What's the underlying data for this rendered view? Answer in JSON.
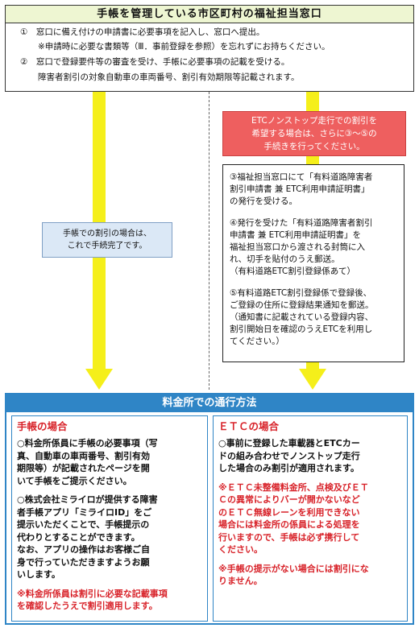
{
  "top": {
    "title": "手帳を管理している市区町村の福祉担当窓口",
    "line1": "①　窓口に備え付けの申請書に必要事項を記入し、窓口へ提出。",
    "line2": "※申請時に必要な書類等（Ⅲ．事前登録を参照）を忘れずにお持ちください。",
    "line3": "②　窓口で登録要件等の審査を受け、手帳に必要事項の記載を受ける。",
    "line4": "障害者割引の対象自動車の車両番号、割引有効期限等記載されます。"
  },
  "left_note": {
    "line1": "手帳での割引の場合は、",
    "line2": "これで手続完了です。"
  },
  "etc_note": {
    "line1": "ETCノンストップ走行での割引を",
    "line2": "希望する場合は、さらに③～⑤の",
    "line3": "手続きを行ってください。"
  },
  "steps": {
    "step3": "③福祉担当窓口にて「有料道路障害者\n割引申請書 兼 ETC利用申請証明書」\nの発行を受ける。",
    "step4": "④発行を受けた「有料道路障害者割引\n申請書 兼 ETC利用申請証明書」を\n福祉担当窓口から渡される封筒に入\nれ、切手を貼付のうえ郵送。\n（有料道路ETC割引登録係あて）",
    "step5": "⑤有料道路ETC割引登録係で登録後、\nご登録の住所に登録結果通知を郵送。\n（通知書に記載されている登録内容、\n割引開始日を確認のうえETCを利用し\nてください。）"
  },
  "bottom": {
    "title": "料金所での通行方法",
    "left_heading": "手帳の場合",
    "left_p1": "○料金所係員に手帳の必要事項（写\n真、自動車の車両番号、割引有効\n期限等）が記載されたページを開\nいて手帳をご提示ください。",
    "left_p2": "○株式会社ミライロが提供する障害\n者手帳アプリ「ミライロID」をご\n提示いただくことで、手帳提示の\n代わりとすることができます。\nなお、アプリの操作はお客様ご自\n身で行っていただきますようお願\nいします。",
    "left_note": "※料金所係員は割引に必要な記載事項\nを確認したうえで割引適用します。",
    "right_heading": "ＥＴＣの場合",
    "right_p1": "○事前に登録した車載器とETCカー\nドの組み合わせでノンストップ走行\nした場合のみ割引が適用されます。",
    "right_note1": "※ＥＴＣ未整備料金所、点検及びＥＴ\nＣの異常によりバーが開かないなど\nのＥＴＣ無線レーンを利用できない\n場合には料金所の係員による処理を\n行いますので、手帳は必ず携行して\nください。",
    "right_note2": "※手帳の提示がない場合には割引にな\nりません。"
  },
  "colors": {
    "arrow": "#f5ef1a",
    "title_bg": "#eef6d2",
    "blue_box": "#dbe8f6",
    "red_box": "#ee5f5f",
    "bottom_blue": "#2f85c6",
    "red_text": "#d8232a"
  }
}
